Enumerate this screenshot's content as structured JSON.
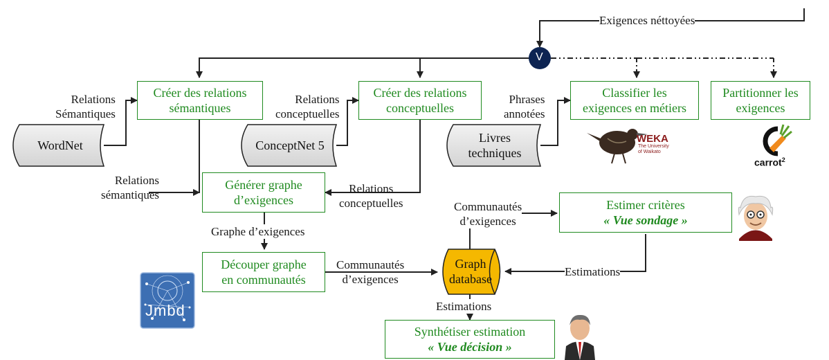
{
  "boxes": {
    "relations_semantiques": [
      "Créer des relations",
      "sémantiques"
    ],
    "relations_conceptuelles": [
      "Créer des relations",
      "conceptuelles"
    ],
    "classifier": [
      "Classifier les",
      "exigences en métiers"
    ],
    "partitionner": [
      "Partitionner les",
      "exigences"
    ],
    "generer": [
      "Générer graphe",
      "d’exigences"
    ],
    "decouper": [
      "Découper graphe",
      "en communautés"
    ],
    "estimer": [
      "Estimer critères",
      "« Vue sondage »"
    ],
    "synthetiser": [
      "Synthétiser estimation",
      "« Vue décision »"
    ]
  },
  "sources": {
    "wordnet": "WordNet",
    "conceptnet": "ConceptNet 5",
    "livres": [
      "Livres",
      "techniques"
    ]
  },
  "database": [
    "Graph",
    "database"
  ],
  "gate": "V",
  "labels": {
    "exigences_nettoyees": "Exigences néttoyées",
    "rel_semantiques_top": [
      "Relations",
      "Sémantiques"
    ],
    "rel_conceptuelles_top": [
      "Relations",
      "conceptuelles"
    ],
    "phrases_annotees": [
      "Phrases",
      "annotées"
    ],
    "rel_semantiques_bottom": [
      "Relations",
      "sémantiques"
    ],
    "rel_conceptuelles_bottom": [
      "Relations",
      "conceptuelles"
    ],
    "graphe_exigences": "Graphe d’exigences",
    "communautes_left": [
      "Communautés",
      "d’exigences"
    ],
    "communautes_top": [
      "Communautés",
      "d’exigences"
    ],
    "estimations_right": "Estimations",
    "estimations_bottom": "Estimations"
  },
  "logos": {
    "weka": "WEKA",
    "weka_sub": [
      "The University",
      "of Waikato"
    ],
    "carrot": "carrot",
    "carrot_sup": "2",
    "jmbd": "Jmbd"
  },
  "colors": {
    "box_border": "#1f8a1f",
    "box_text": "#1f8a1f",
    "gate": "#0d2452",
    "database": "#f5b800",
    "doc_fill": "#e3e3e3"
  }
}
